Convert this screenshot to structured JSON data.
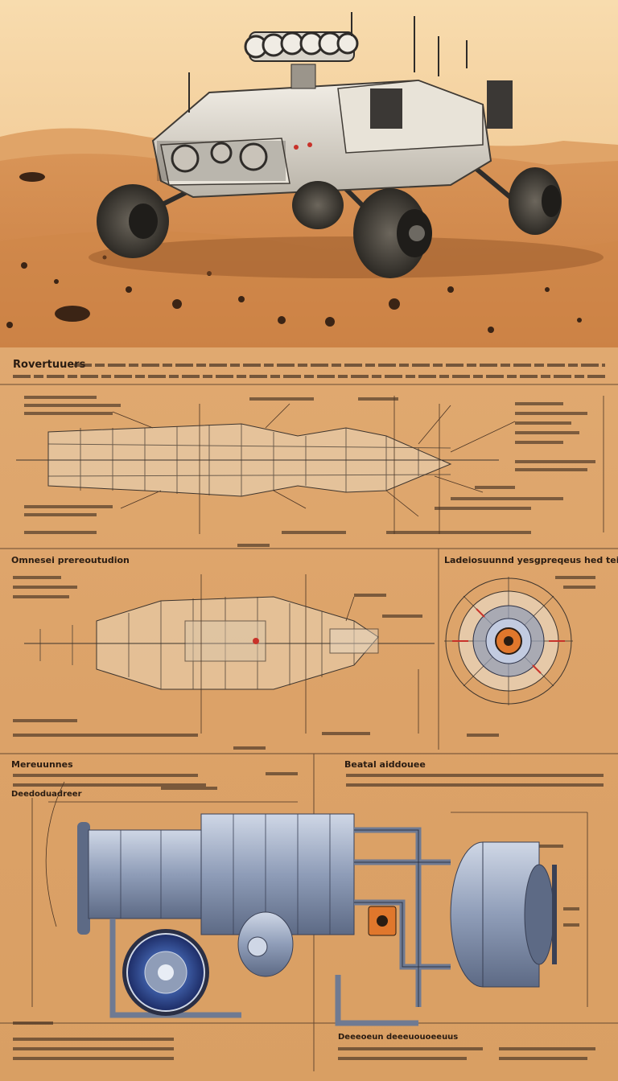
{
  "sheet": {
    "header_title": "Rovertuuers",
    "sections": {
      "left_mid": "Omnesei prereoutudion",
      "right_mid": "Ladeiosuunnd yesgpreqeus hed teisioine",
      "bottom_left": "Mereuunnes",
      "bottom_sub": "Deedoduadreer",
      "bottom_right": "Beatal aiddouee",
      "bottom_footer_right": "Deeeoeun deeeuouoeeuus"
    }
  },
  "colors": {
    "sky": "#f6d7a5",
    "dust": "#d6925a",
    "sheet": "#dba46a",
    "ink": "#2a1c12",
    "steel": "#8f9db8",
    "accent_red": "#c8322a",
    "accent_orange": "#e0772c"
  }
}
